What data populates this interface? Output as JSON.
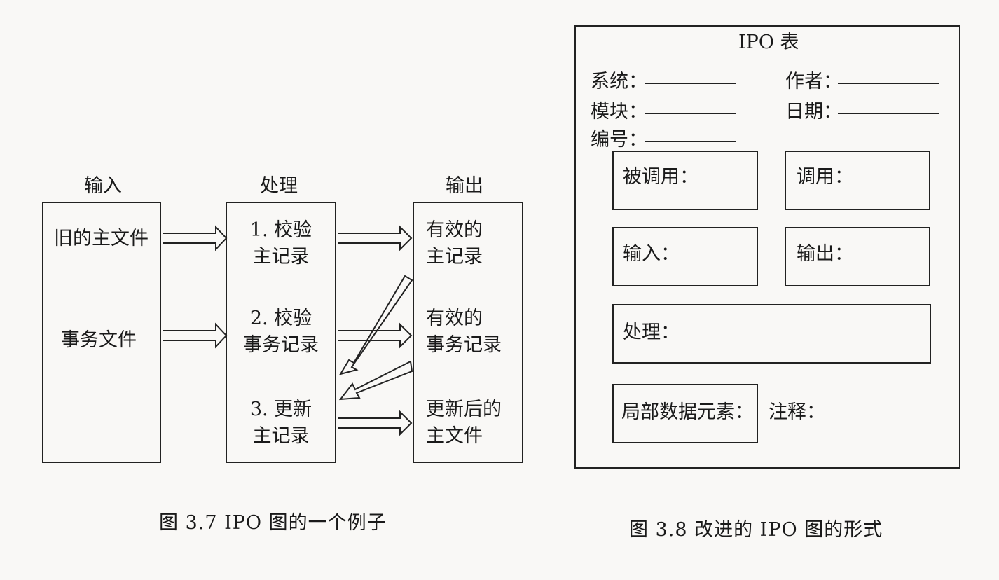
{
  "fig37": {
    "headers": {
      "input": "输入",
      "process": "处理",
      "output": "输出"
    },
    "inputs": [
      "旧的主文件",
      "事务文件"
    ],
    "process": [
      [
        "1. 校验",
        "主记录"
      ],
      [
        "2. 校验",
        "事务记录"
      ],
      [
        "3. 更新",
        "主记录"
      ]
    ],
    "outputs": [
      [
        "有效的",
        "主记录"
      ],
      [
        "有效的",
        "事务记录"
      ],
      [
        "更新后的",
        "主文件"
      ]
    ],
    "caption": "图 3.7  IPO 图的一个例子"
  },
  "fig38": {
    "title": "IPO 表",
    "fields": {
      "system": "系统：",
      "author": "作者：",
      "module": "模块：",
      "date": "日期：",
      "number": "编号："
    },
    "boxes": {
      "called_by": "被调用：",
      "calls": "调用：",
      "input": "输入：",
      "output": "输出：",
      "process": "处理：",
      "local_data": "局部数据元素：",
      "notes": "注释："
    },
    "caption": "图 3.8  改进的 IPO 图的形式"
  }
}
